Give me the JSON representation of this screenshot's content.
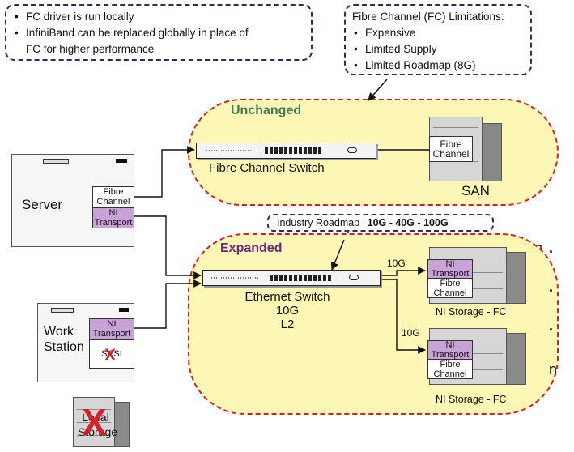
{
  "note_left": {
    "items": [
      "FC driver is run locally",
      "InfiniBand can be replaced globally in place of",
      "FC for higher performance"
    ]
  },
  "note_right": {
    "title": "Fibre Channel (FC) Limitations:",
    "items": [
      "Expensive",
      "Limited Supply",
      "Limited Roadmap (8G)"
    ]
  },
  "unchanged": {
    "title": "Unchanged",
    "switch_label": "Fibre Channel Switch",
    "san_label": "SAN",
    "san_port": [
      "Fibre",
      "Channel"
    ]
  },
  "server": {
    "label": "Server",
    "fc_port": [
      "Fibre",
      "Channel"
    ],
    "ni_port": [
      "NI",
      "Transport"
    ]
  },
  "roadmap": {
    "label": "Industry Roadmap",
    "value": "10G - 40G - 100G"
  },
  "expanded": {
    "title": "Expanded",
    "switch_label": [
      "Ethernet Switch",
      "10G",
      "L2"
    ],
    "link1": "10G",
    "link2": "10G",
    "storage1_label": "NI Storage - FC",
    "storage2_label": "NI Storage - FC",
    "ni_port": [
      "NI",
      "Transport"
    ],
    "fc_port": [
      "Fibre",
      "Channel"
    ],
    "dots": [
      ".",
      ".",
      "."
    ],
    "n_label": "n"
  },
  "workstation": {
    "label": [
      "Work",
      "Station"
    ],
    "ni_port": [
      "NI",
      "Transport"
    ],
    "scsi_port": "SCSI",
    "cross": "X"
  },
  "local_storage": {
    "label": [
      "Local",
      "Storage"
    ],
    "cross": "X"
  },
  "colors": {
    "cloud_fill": "#fcf7b4",
    "cloud_border": "#d4202a",
    "note_border": "#2f2a66",
    "title_green": "#3e7a55",
    "title_purple": "#6a2a7a",
    "ni_purple": "#c9a3d6",
    "cross_red": "#d4202a"
  }
}
